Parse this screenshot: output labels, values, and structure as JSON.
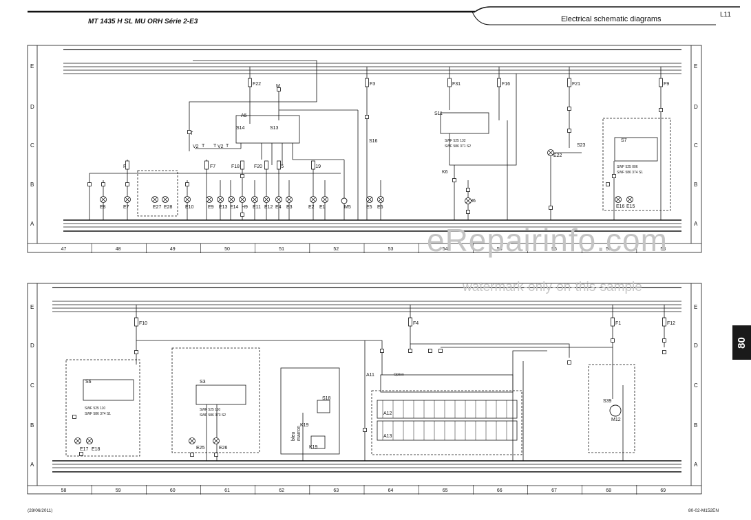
{
  "header": {
    "document_title": "MT 1435 H SL MU ORH Série 2-E3",
    "section_title": "Electrical schematic diagrams",
    "page_code": "L11"
  },
  "page_tab": "80",
  "footer": {
    "date": "(28/06/2011)",
    "reference": "80-02-M152EN"
  },
  "watermark": {
    "site": "eRepairinfo.com",
    "note": "watermark-only-on-this-sample"
  },
  "grid": {
    "rows": [
      "E",
      "D",
      "C",
      "B",
      "A"
    ],
    "top_columns": [
      "47",
      "48",
      "49",
      "50",
      "51",
      "52",
      "53",
      "54",
      "55",
      "56",
      "57",
      "58"
    ],
    "bottom_columns": [
      "58",
      "59",
      "60",
      "61",
      "62",
      "63",
      "64",
      "65",
      "66",
      "67",
      "68",
      "69"
    ]
  },
  "top_labels": [
    "F22",
    "M",
    "F3",
    "F31",
    "F16",
    "F21",
    "F9",
    "A5",
    "S14",
    "S13",
    "S16",
    "S11",
    "K6",
    "H6",
    "E22",
    "S23",
    "S7",
    "F6",
    "F7",
    "F18",
    "F20",
    "F5",
    "F19",
    "V2",
    "V2",
    "T",
    "T",
    "T",
    "T",
    "E8",
    "E7",
    "E27",
    "E28",
    "E10",
    "E9",
    "E13",
    "E14",
    "H9",
    "E11",
    "E12",
    "E4",
    "E3",
    "E2",
    "E1",
    "M5",
    "E5",
    "E6",
    "E16",
    "E15",
    "SWF 525 132",
    "SWF 586 371 S2",
    "SWF 525 006",
    "SWF 586 374 S1"
  ],
  "bottom_labels": [
    "F10",
    "F4",
    "F1",
    "F12",
    "A11",
    "A12",
    "A13",
    "S6",
    "S3",
    "S18",
    "S39",
    "K19",
    "K19",
    "M12",
    "E17",
    "E18",
    "E25",
    "E26",
    "SWF 525 110",
    "SWF 586 374 S1",
    "SWF 525 110",
    "SWF 586 373 S2",
    "bleu",
    "marron",
    "Option"
  ]
}
